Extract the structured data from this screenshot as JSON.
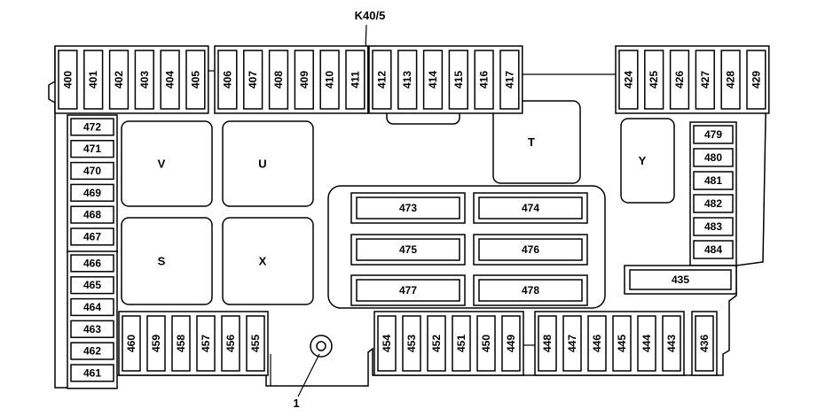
{
  "title_label": "K40/5",
  "callout_label": "1",
  "vertical_top_groups": [
    [
      "400",
      "401",
      "402",
      "403",
      "404",
      "405"
    ],
    [
      "406",
      "407",
      "408",
      "409",
      "410",
      "411"
    ],
    [
      "412",
      "413",
      "414",
      "415",
      "416",
      "417"
    ],
    [
      "424",
      "425",
      "426",
      "427",
      "428",
      "429"
    ]
  ],
  "vertical_bottom_groups": [
    [
      "460",
      "459",
      "458",
      "457",
      "456",
      "455"
    ],
    [
      "454",
      "453",
      "452",
      "451",
      "450",
      "449"
    ],
    [
      "448",
      "447",
      "446",
      "445",
      "444",
      "443"
    ],
    [
      "436"
    ]
  ],
  "left_upper_fuses": [
    "472",
    "471",
    "470",
    "469",
    "468",
    "467"
  ],
  "left_lower_fuses": [
    "466",
    "465",
    "464",
    "463",
    "462",
    "461"
  ],
  "right_fuses": [
    "479",
    "480",
    "481",
    "482",
    "483",
    "484"
  ],
  "center_fuses": [
    "473",
    "474",
    "475",
    "476",
    "477",
    "478"
  ],
  "wide_fuse": "435",
  "relays": [
    "V",
    "U",
    "S",
    "X",
    "T",
    "Y"
  ]
}
